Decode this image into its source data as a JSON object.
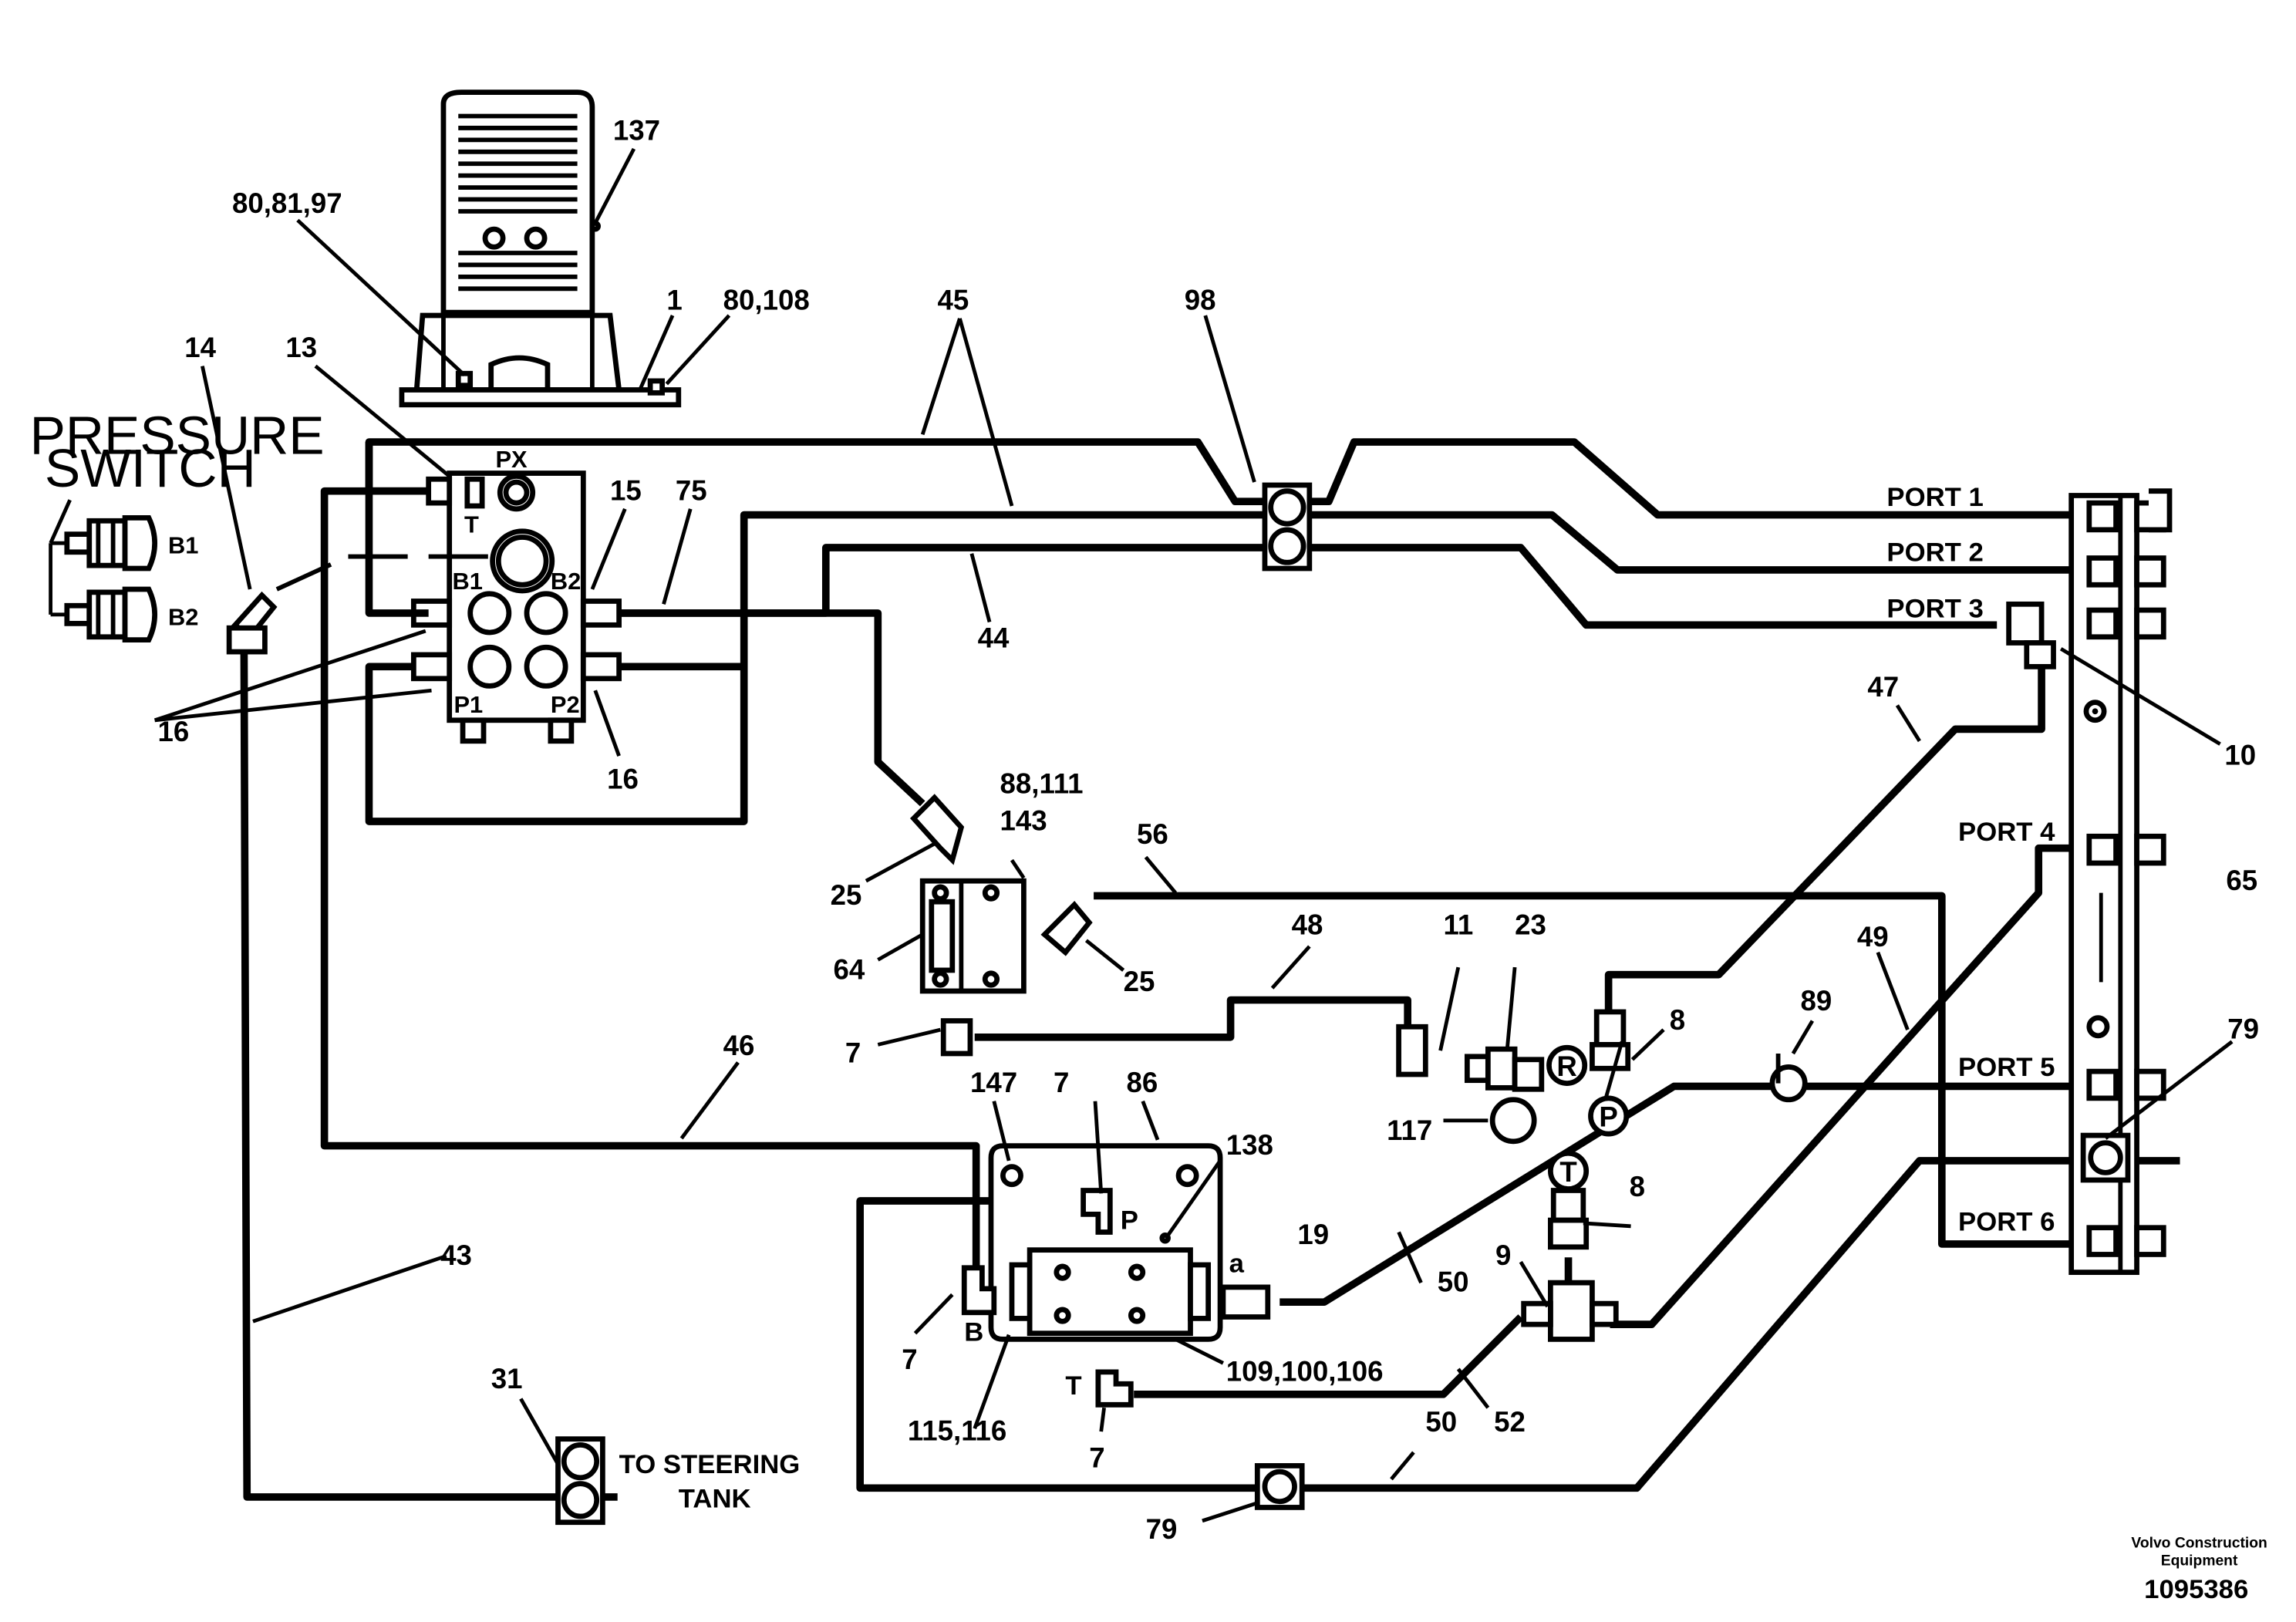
{
  "colors": {
    "line": "#000000",
    "background": "#ffffff"
  },
  "labels": {
    "pressure_switch": [
      "PRESSURE",
      "SWITCH"
    ],
    "steering_tank": [
      "TO STEERING",
      "TANK"
    ],
    "port1": "PORT 1",
    "port2": "PORT 2",
    "port3": "PORT 3",
    "port4": "PORT 4",
    "port5": "PORT 5",
    "port6": "PORT 6",
    "px": "PX",
    "t_small": "T",
    "b1_valve": "B1",
    "b2_valve": "B2",
    "p1": "P1",
    "p2": "P2",
    "b1_switch": "B1",
    "b2_switch": "B2",
    "p_port": "P",
    "b_port": "B",
    "t_port": "T",
    "a_port": "a",
    "r_circle": "R",
    "p_circle": "P",
    "t_circle": "T"
  },
  "callouts": {
    "c137": "137",
    "c80_81_97": "80,81,97",
    "c1": "1",
    "c80_108": "80,108",
    "c45": "45",
    "c98": "98",
    "c14": "14",
    "c13": "13",
    "c15": "15",
    "c75": "75",
    "c44": "44",
    "c16a": "16",
    "c16b": "16",
    "c10": "10",
    "c47": "47",
    "c88_111": "88,111",
    "c143": "143",
    "c56": "56",
    "c25a": "25",
    "c25b": "25",
    "c64": "64",
    "c48": "48",
    "c11": "11",
    "c23": "23",
    "c8a": "8",
    "c8b": "8",
    "c65": "65",
    "c49": "49",
    "c89": "89",
    "c79a": "79",
    "c79b": "79",
    "c7a": "7",
    "c7b": "7",
    "c7c": "7",
    "c7d": "7",
    "c117": "117",
    "c46": "46",
    "c147": "147",
    "c86": "86",
    "c138": "138",
    "c19": "19",
    "c50a": "50",
    "c50b": "50",
    "c9": "9",
    "c43": "43",
    "c31": "31",
    "c109_100_106": "109,100,106",
    "c52": "52",
    "c115_116": "115,116"
  },
  "brand": {
    "line1": "Volvo Construction",
    "line2": "Equipment",
    "number": "1095386"
  }
}
